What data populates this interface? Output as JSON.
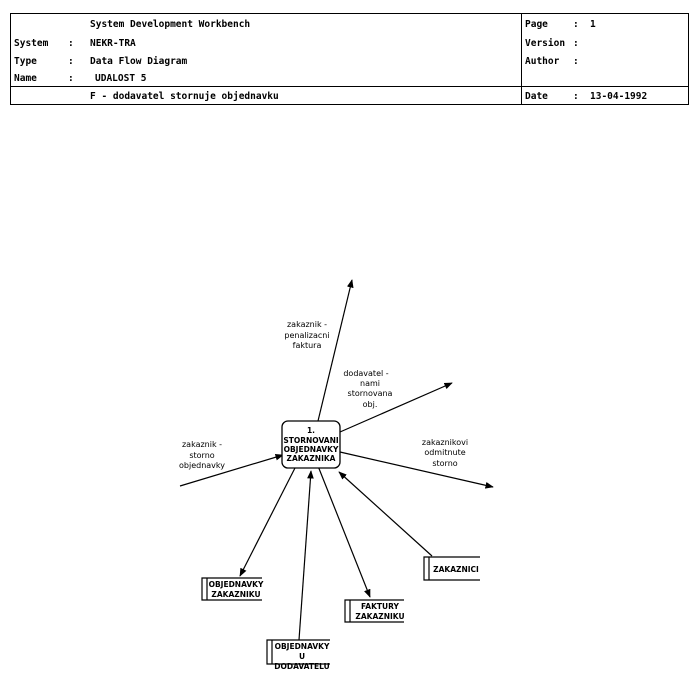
{
  "header": {
    "title": "System Development Workbench",
    "system_label": "System",
    "system_value": "NEKR-TRA",
    "type_label": "Type",
    "type_value": "Data Flow Diagram",
    "name_label": "Name",
    "name_value": "UDALOST 5",
    "event_text": "F - dodavatel stornuje objednavku",
    "page_label": "Page",
    "page_value": "1",
    "version_label": "Version",
    "version_value": "",
    "author_label": "Author",
    "author_value": "",
    "date_label": "Date",
    "date_value": "13-04-1992",
    "colon": ":"
  },
  "process": {
    "number": "1.",
    "line1": "STORNOVANI",
    "line2": "OBJEDNAVKY",
    "line3": "ZAKAZNIKA"
  },
  "stores": {
    "objednavky_zakazniku": {
      "line1": "OBJEDNAVKY",
      "line2": "ZAKAZNIKU"
    },
    "objednavky_u_dodavatelu": {
      "line1": "OBJEDNAVKY",
      "line2": "U",
      "line3": "DODAVATELU"
    },
    "faktury_zakazniku": {
      "line1": "FAKTURY",
      "line2": "ZAKAZNIKU"
    },
    "zakaznici": {
      "line1": "ZAKAZNICI"
    }
  },
  "flows": {
    "in_customer": {
      "line1": "zakaznik -",
      "line2": "storno",
      "line3": "objednavky"
    },
    "up_customer": {
      "line1": "zakaznik -",
      "line2": "penalizacni",
      "line3": "faktura"
    },
    "up_supplier": {
      "line1": "dodavatel -",
      "line2": "nami",
      "line3": "stornovana",
      "line4": "obj."
    },
    "out_customer": {
      "line1": "zakaznikovi",
      "line2": "odmitnute",
      "line3": "storno"
    }
  }
}
